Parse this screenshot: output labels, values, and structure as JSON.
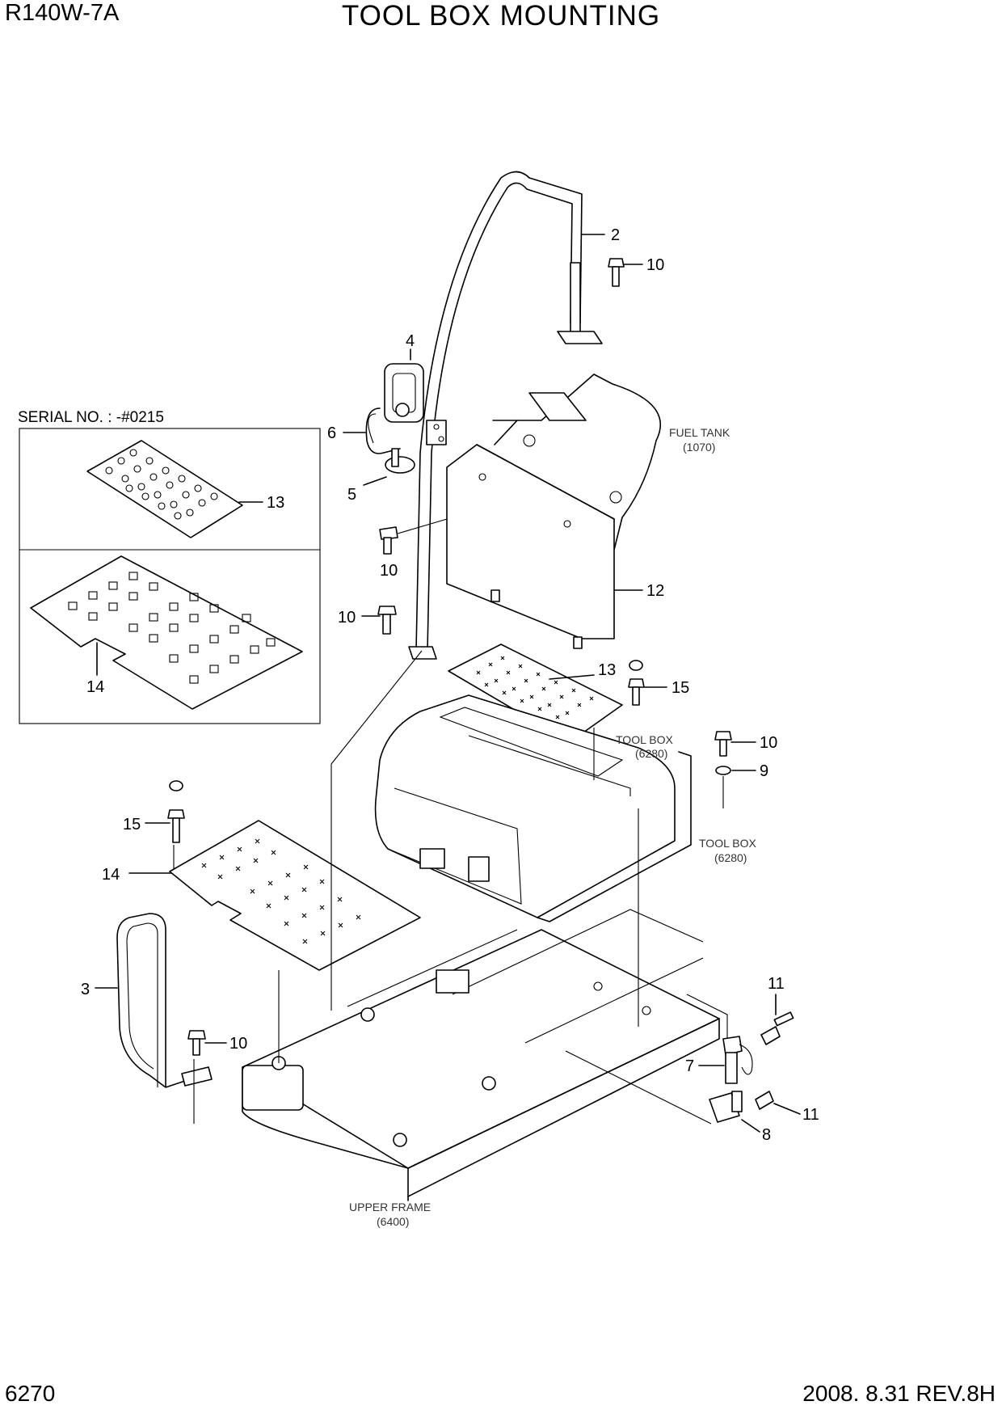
{
  "header": {
    "model": "R140W-7A",
    "title": "TOOL BOX MOUNTING"
  },
  "footer": {
    "page": "6270",
    "revision": "2008. 8.31  REV.8H"
  },
  "inset": {
    "serial_label": "SERIAL NO. : -#0215",
    "parts": [
      "13",
      "14"
    ]
  },
  "callouts": {
    "c2": "2",
    "c10a": "10",
    "c4": "4",
    "c6": "6",
    "c5": "5",
    "c10b": "10",
    "c12": "12",
    "c10c": "10",
    "c13": "13",
    "c15a": "15",
    "c10d": "10",
    "c9": "9",
    "c15b": "15",
    "c14": "14",
    "c3": "3",
    "c10e": "10",
    "c11a": "11",
    "c7": "7",
    "c11b": "11",
    "c8": "8"
  },
  "references": {
    "fuel_tank": "FUEL TANK",
    "fuel_tank_no": "(1070)",
    "tool_box_1": "TOOL BOX",
    "tool_box_1_no": "(6280)",
    "tool_box_2": "TOOL BOX",
    "tool_box_2_no": "(6280)",
    "upper_frame": "UPPER FRAME",
    "upper_frame_no": "(6400)"
  }
}
